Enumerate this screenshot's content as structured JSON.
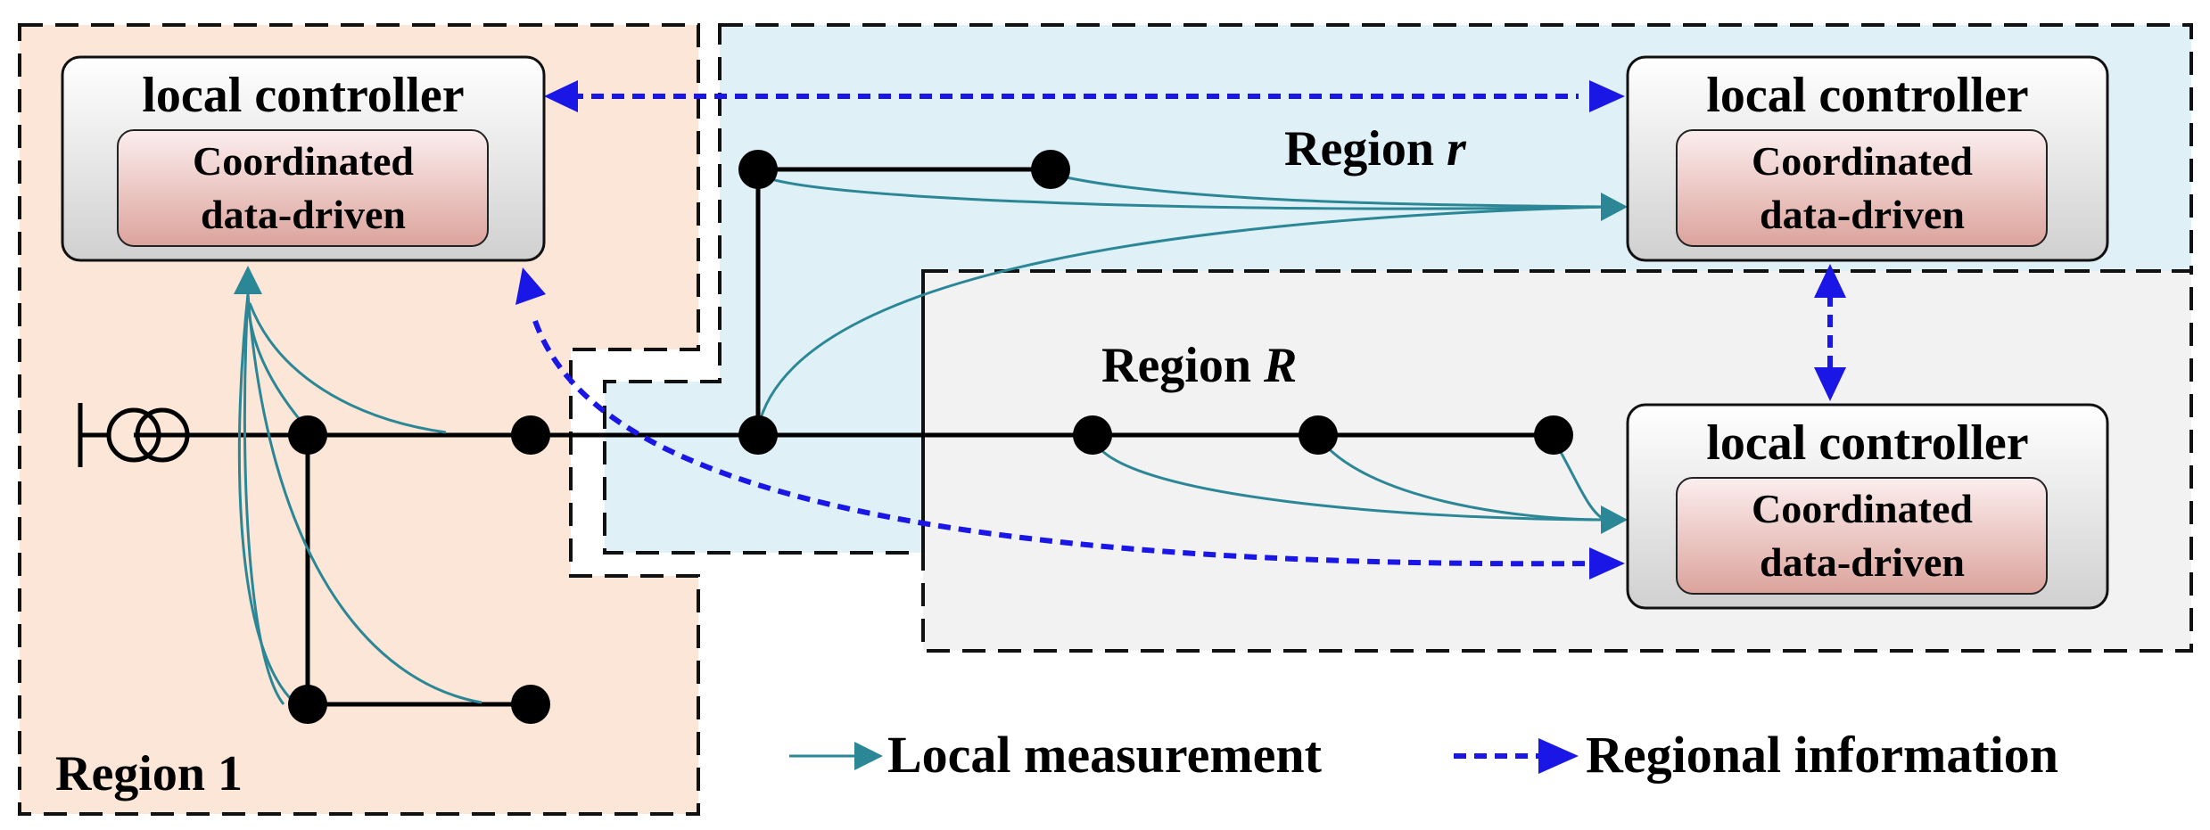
{
  "regions": {
    "region_1": {
      "label": "Region 1",
      "fill": "#fbe6d7"
    },
    "region_r": {
      "label_main": "Region ",
      "label_var": "r",
      "fill": "#dff0f7"
    },
    "region_R": {
      "label_main": "Region ",
      "label_var": "R",
      "fill": "#f2f2f2"
    }
  },
  "controllers": [
    {
      "id": "controller-region-1",
      "title": "local controller",
      "inner_line1": "Coordinated",
      "inner_line2": "data-driven"
    },
    {
      "id": "controller-region-r",
      "title": "local controller",
      "inner_line1": "Coordinated",
      "inner_line2": "data-driven"
    },
    {
      "id": "controller-region-R",
      "title": "local controller",
      "inner_line1": "Coordinated",
      "inner_line2": "data-driven"
    }
  ],
  "legend": {
    "local_measurement": "Local measurement",
    "regional_information": "Regional information"
  },
  "colors": {
    "local_measurement": "#2b8696",
    "regional_information": "#1a16e6",
    "controller_box_top": "#ffffff",
    "controller_box_bottom": "#d0d0d0",
    "inner_box_top": "#fbeeee",
    "inner_box_bottom": "#dca39c"
  },
  "icons": {
    "source": "transformer-source-icon"
  }
}
